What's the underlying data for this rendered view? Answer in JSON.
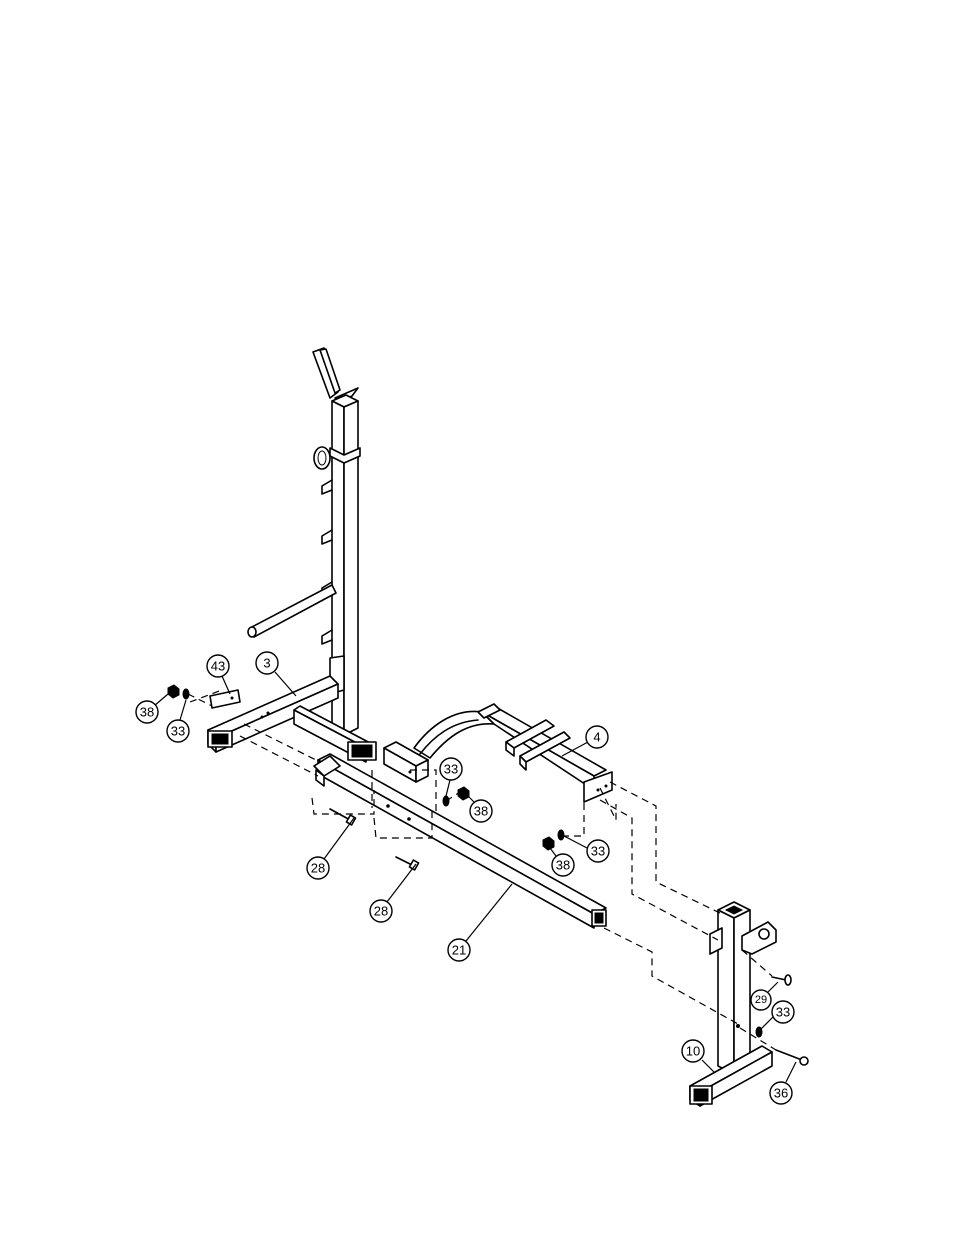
{
  "callouts": [
    {
      "id": "c43",
      "label": "43"
    },
    {
      "id": "c3",
      "label": "3"
    },
    {
      "id": "c38a",
      "label": "38"
    },
    {
      "id": "c33a",
      "label": "33"
    },
    {
      "id": "c4",
      "label": "4"
    },
    {
      "id": "c33b",
      "label": "33"
    },
    {
      "id": "c38b",
      "label": "38"
    },
    {
      "id": "c38c",
      "label": "38"
    },
    {
      "id": "c33c",
      "label": "33"
    },
    {
      "id": "c28a",
      "label": "28"
    },
    {
      "id": "c28b",
      "label": "28"
    },
    {
      "id": "c21",
      "label": "21"
    },
    {
      "id": "c29",
      "label": "29"
    },
    {
      "id": "c33d",
      "label": "33"
    },
    {
      "id": "c10",
      "label": "10"
    },
    {
      "id": "c36",
      "label": "36"
    }
  ]
}
